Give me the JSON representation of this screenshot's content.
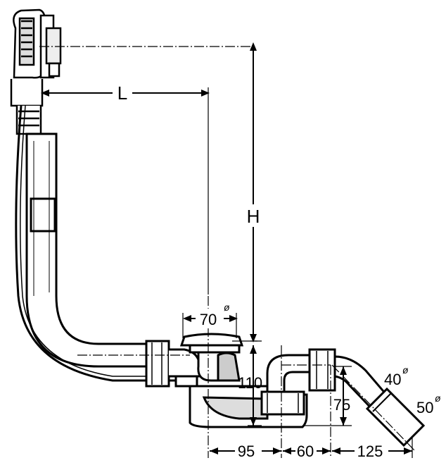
{
  "labels": {
    "L": "L",
    "H": "H",
    "d70": "70",
    "d110": "110",
    "d75": "75",
    "d95": "95",
    "d60": "60",
    "d125": "125",
    "d40": "40",
    "d50": "50",
    "diameter_symbol": "ø"
  }
}
